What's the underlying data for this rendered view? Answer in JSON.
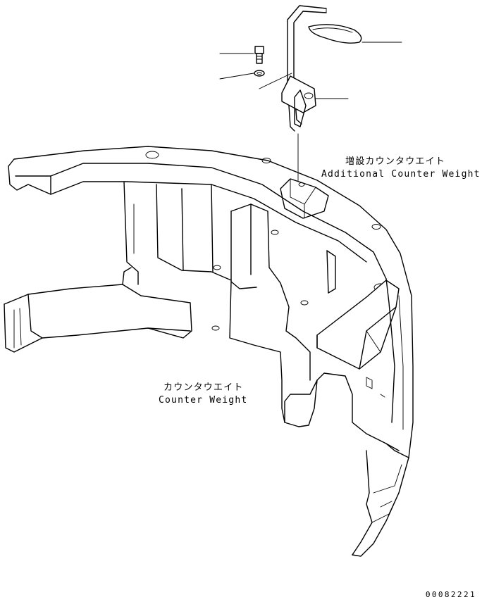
{
  "labels": {
    "additional_counterweight_ja": "増設カウンタウエイト",
    "additional_counterweight_en": "Additional Counter Weight",
    "counterweight_ja": "カウンタウエイト",
    "counterweight_en": "Counter Weight"
  },
  "drawing_number": "00082221"
}
